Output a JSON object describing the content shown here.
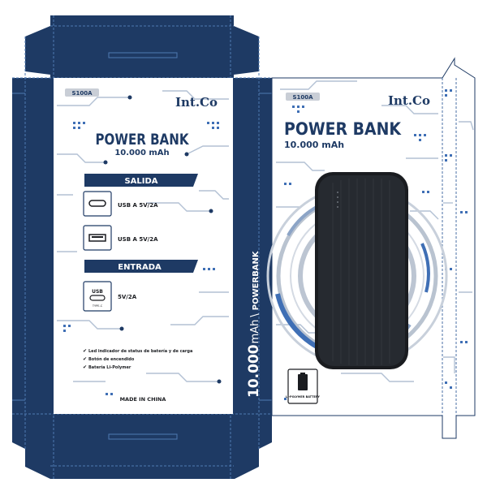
{
  "colors": {
    "navy": "#1e3a64",
    "navy_dark": "#172f52",
    "fold_line": "#4a6fa5",
    "circuit_light": "#b7c4d6",
    "circuit_blue": "#3f6fb5",
    "device_black": "#1a1c20"
  },
  "front_panel": {
    "model": "S100A",
    "brand": "Int.Co",
    "title": "POWER BANK",
    "capacity": "10.000 mAh",
    "output_heading": "SALIDA",
    "output_ports": [
      {
        "icon": "usb-c-port-icon",
        "label": "USB A 5V/2A"
      },
      {
        "icon": "usb-a-port-icon",
        "label": "USB A 5V/2A"
      }
    ],
    "input_heading": "ENTRADA",
    "input_port": {
      "icon": "usb-c-input-icon",
      "icon_text": "USB",
      "icon_subtext": "TYPE-C",
      "label": "5V/2A"
    },
    "features": [
      "Led indicador de status de batería y de carga",
      "Botón de encendido",
      "Batería Li-Polymer"
    ],
    "origin": "MADE IN CHINA"
  },
  "spine": {
    "capacity_number": "10.000",
    "capacity_unit": "mAh",
    "divider": "\\",
    "product": "POWERBANK"
  },
  "side_panel": {
    "model": "S100A",
    "brand": "Int.Co",
    "title": "POWER BANK",
    "capacity": "10.000 mAh",
    "badge_text": "LI-POLYMER BATTERY",
    "device_leds": 4
  }
}
